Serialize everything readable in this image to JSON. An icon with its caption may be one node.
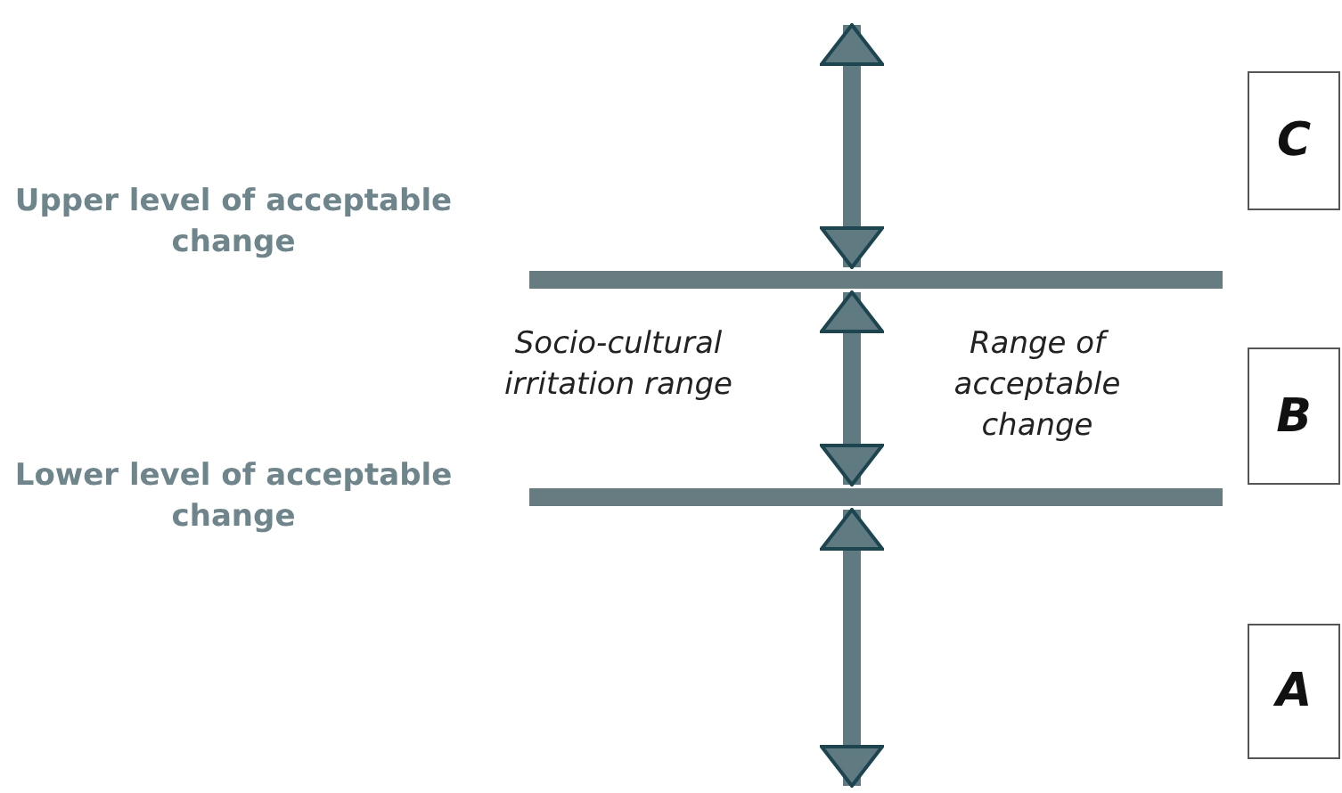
{
  "diagram": {
    "nodes": [
      {
        "text": [
          "C"
        ]
      },
      {
        "text": [],
        "shape": "bar",
        "beside": [
          "Upper level of acceptable change"
        ]
      },
      {
        "text": [
          "B"
        ]
      },
      {
        "text": [],
        "shape": "bar",
        "beside": [
          "Lower level of acceptable change"
        ]
      },
      {
        "text": [
          "A"
        ]
      }
    ],
    "edges": [
      {
        "from": null,
        "to": 1,
        "arrow": "both"
      },
      {
        "from": 1,
        "to": 3,
        "arrow": "both"
      },
      {
        "from": 3,
        "to": null,
        "arrow": "both"
      }
    ],
    "labels": [
      "Socio-cultural irritation range",
      "Range of acceptable change"
    ]
  }
}
